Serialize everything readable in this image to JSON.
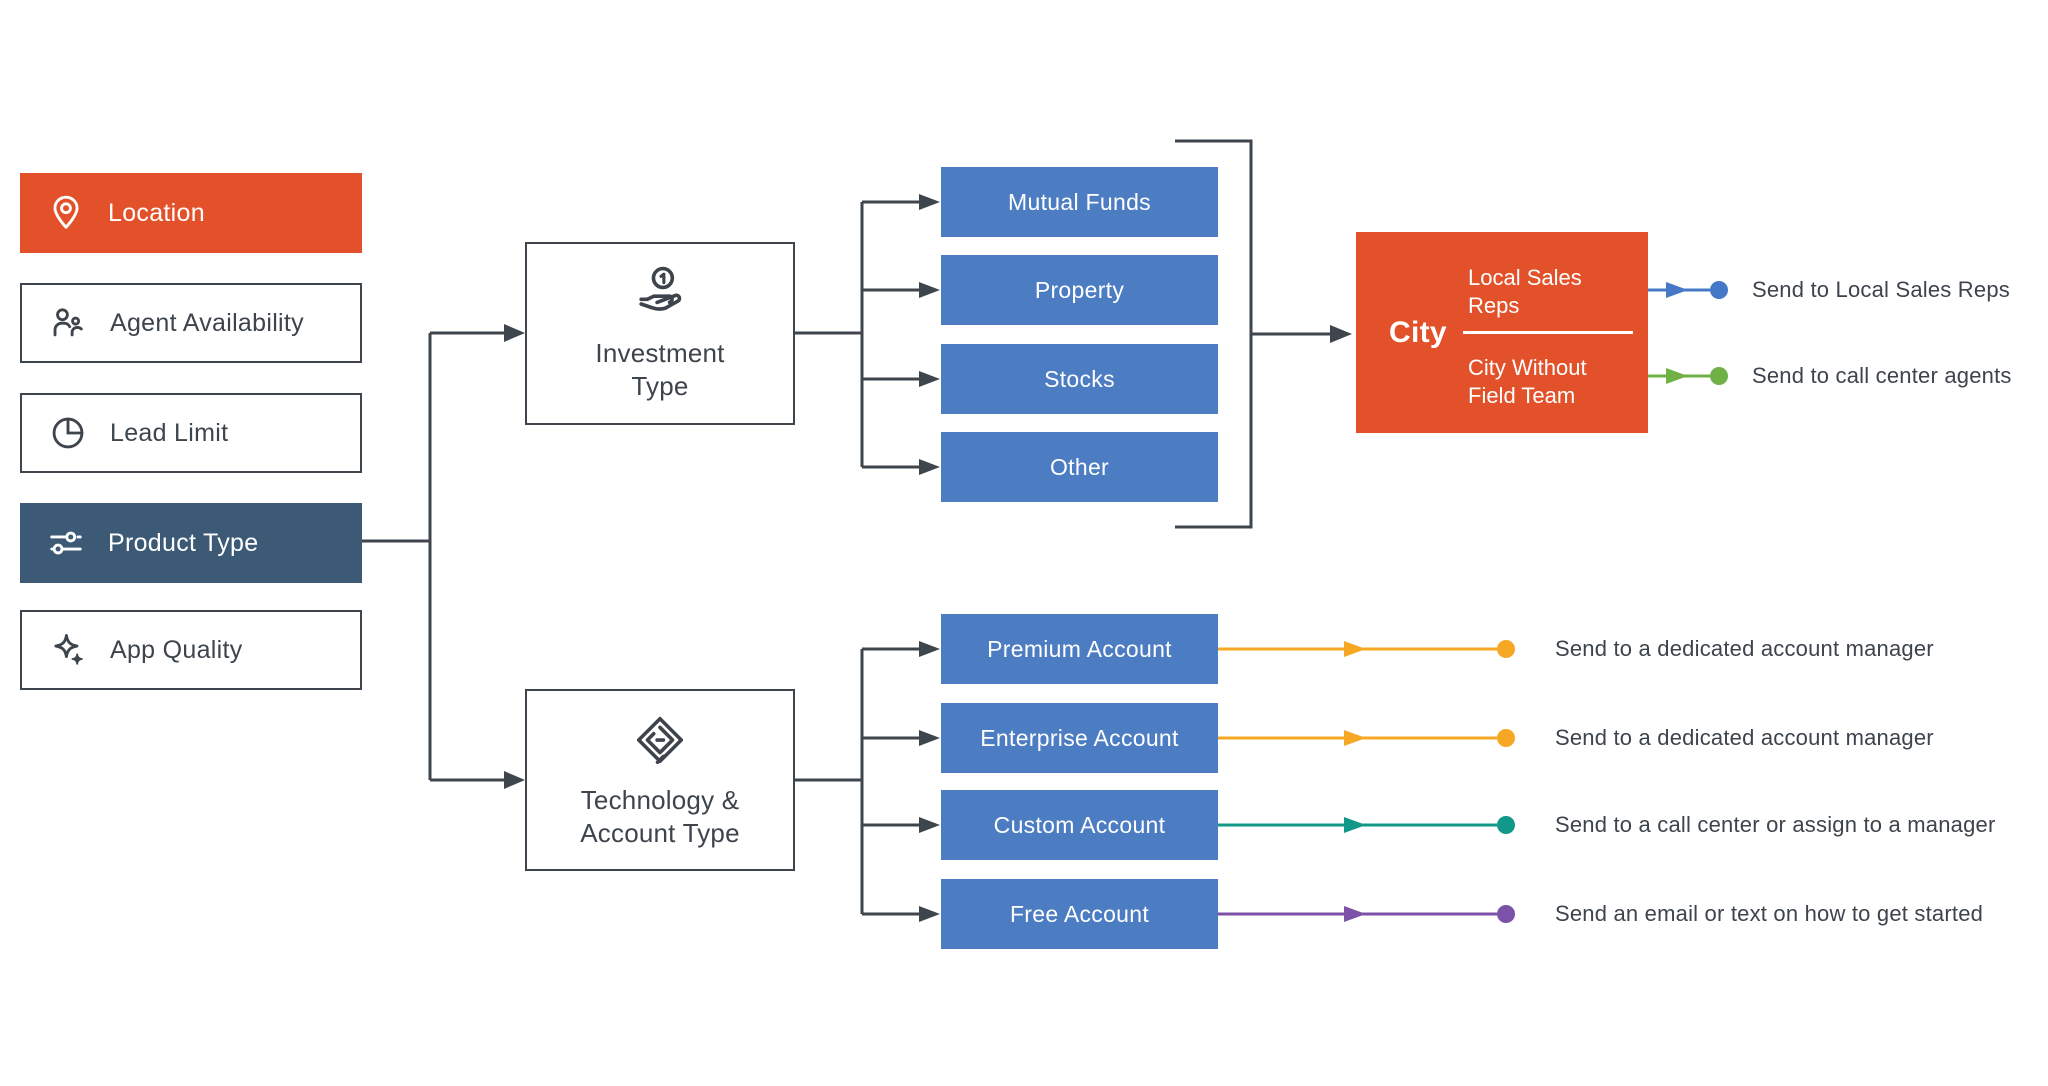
{
  "palette": {
    "canvas": "#FFFFFF",
    "orange": "#E2512A",
    "navy": "#3C5A76",
    "blue": "#4C7CC2",
    "outline": "#3E454C",
    "text": "#3D444C",
    "white": "#FFFFFF",
    "route_blue": "#4678C8",
    "route_green": "#70B045",
    "route_orange": "#F6A723",
    "route_teal": "#129889",
    "route_purple": "#7B52A8"
  },
  "sidebar": {
    "items": [
      {
        "label": "Location",
        "icon": "location-pin-icon"
      },
      {
        "label": "Agent Availability",
        "icon": "users-icon"
      },
      {
        "label": "Lead Limit",
        "icon": "pie-chart-icon"
      },
      {
        "label": "Product Type",
        "icon": "sliders-icon"
      },
      {
        "label": "App Quality",
        "icon": "sparkles-icon"
      }
    ]
  },
  "flow": {
    "stage1": {
      "label": "Investment Type",
      "icon": "coin-hand-icon"
    },
    "stage2": {
      "label": "Technology & Account Type",
      "icon": "diamond-code-icon"
    },
    "investment_options": [
      {
        "label": "Mutual Funds"
      },
      {
        "label": "Property"
      },
      {
        "label": "Stocks"
      },
      {
        "label": "Other"
      }
    ],
    "city": {
      "label": "City",
      "option_top": "Local Sales Reps",
      "option_bottom": "City Without Field Team"
    },
    "city_routes": [
      {
        "label": "Send to Local Sales Reps"
      },
      {
        "label": "Send to call center agents"
      }
    ],
    "account_options": [
      {
        "label": "Premium Account",
        "route": "Send to a dedicated account manager"
      },
      {
        "label": "Enterprise Account",
        "route": "Send to a dedicated account manager"
      },
      {
        "label": "Custom Account",
        "route": "Send to a call center or assign to a manager"
      },
      {
        "label": "Free Account",
        "route": "Send an email or text on how to get started"
      }
    ]
  }
}
